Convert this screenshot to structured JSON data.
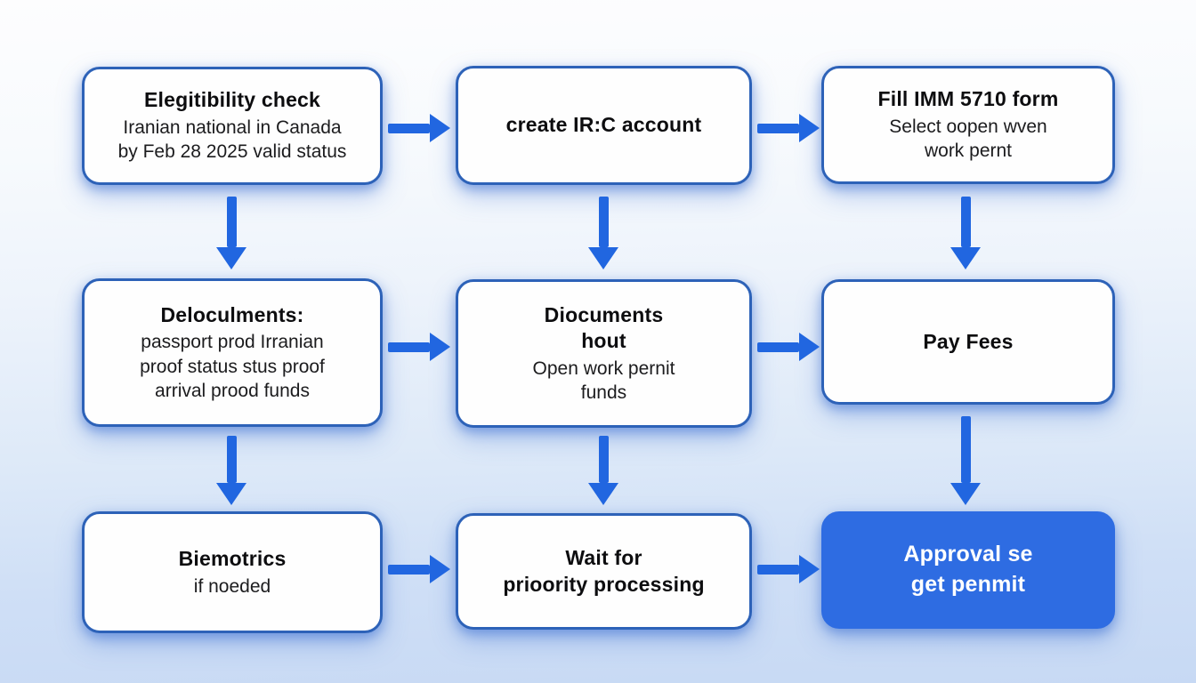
{
  "colors": {
    "arrow": "#2166e0",
    "box_border": "#2d62b8",
    "box_fill": "#fefefe",
    "accent_fill": "#2e6ce2",
    "accent_text": "#ffffff",
    "background_top": "#fdfdfe",
    "background_bottom": "#c7d9f4"
  },
  "flowchart": {
    "nodes": [
      {
        "id": "eligibility-check",
        "title": "Elegitibility check",
        "body": "Iranian national in Canada\nby Feb 28 2025 valid status"
      },
      {
        "id": "create-account",
        "title": "create IR:C account",
        "body": ""
      },
      {
        "id": "fill-imm-5710-form",
        "title": "Fill IMM 5710 form",
        "body": "Select oopen wven\nwork pernt"
      },
      {
        "id": "documents-list",
        "title": "Deloculments:",
        "body": "passport prod Irranian\nproof status stus proof\narrival prood funds"
      },
      {
        "id": "documents-about",
        "title": "Diocuments\nhout",
        "body": "Open work pernit\nfunds"
      },
      {
        "id": "pay-fees",
        "title": "Pay Fees",
        "body": ""
      },
      {
        "id": "biometrics",
        "title": "Biemotrics",
        "body": "if noeded"
      },
      {
        "id": "wait-processing",
        "title": "Wait for\nprioority processing",
        "body": ""
      },
      {
        "id": "approval-get-permit",
        "title": "Approval se\nget penmit",
        "body": ""
      }
    ]
  }
}
